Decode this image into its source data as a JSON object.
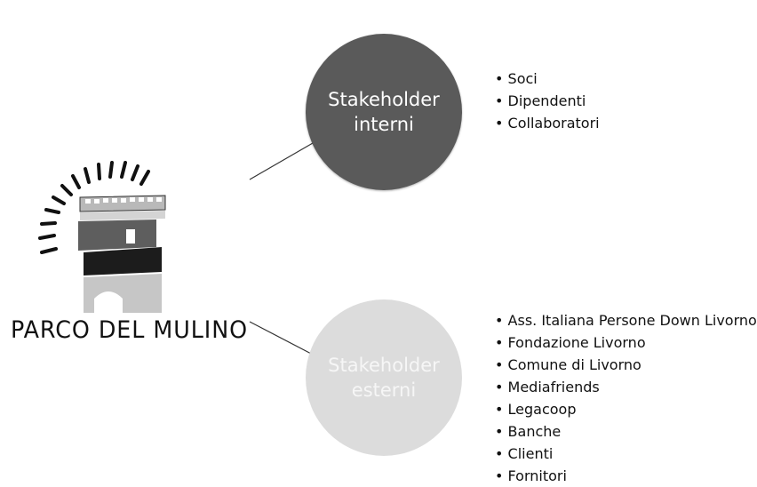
{
  "logo": {
    "name": "PARCO DEL MULINO"
  },
  "internal": {
    "title_line1": "Stakeholder",
    "title_line2": "interni",
    "items": [
      "Soci",
      "Dipendenti",
      "Collaboratori"
    ]
  },
  "external": {
    "title_line1": "Stakeholder",
    "title_line2": "esterni",
    "items": [
      "Ass. Italiana Persone Down Livorno",
      "Fondazione Livorno",
      "Comune di Livorno",
      "Mediafriends",
      "Legacoop",
      "Banche",
      "Clienti",
      "Fornitori"
    ]
  },
  "colors": {
    "internal_circle": "#5a5a5a",
    "external_circle": "#dcdcdc"
  },
  "icons": [
    "windmill-tower-logo-icon"
  ]
}
